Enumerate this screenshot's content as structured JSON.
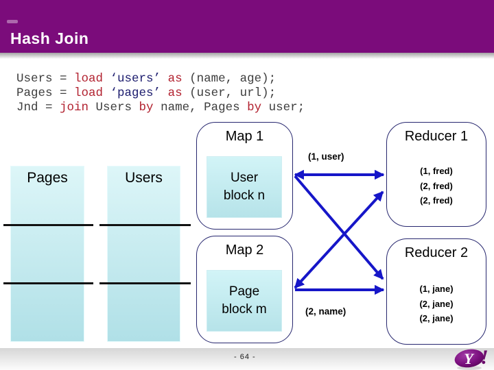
{
  "slide": {
    "title": "Hash Join",
    "page_number": "- 64 -"
  },
  "colors": {
    "header_purple": "#7b0c7b",
    "arrow_blue": "#1616c8",
    "box_border": "#26266e",
    "relation_top": "#ddf6f8",
    "relation_bottom": "#b0e0e7",
    "code_keyword": "#b22230",
    "code_string": "#1c1c6e",
    "code_plain": "#3d3d3d"
  },
  "code": {
    "lines": [
      [
        {
          "type": "plain",
          "text": "Users = "
        },
        {
          "type": "keyword",
          "text": "load"
        },
        {
          "type": "plain",
          "text": " "
        },
        {
          "type": "string",
          "text": "‘users’"
        },
        {
          "type": "plain",
          "text": " "
        },
        {
          "type": "keyword",
          "text": "as"
        },
        {
          "type": "plain",
          "text": " (name, age);"
        }
      ],
      [
        {
          "type": "plain",
          "text": "Pages = "
        },
        {
          "type": "keyword",
          "text": "load"
        },
        {
          "type": "plain",
          "text": " "
        },
        {
          "type": "string",
          "text": "‘pages’"
        },
        {
          "type": "plain",
          "text": " "
        },
        {
          "type": "keyword",
          "text": "as"
        },
        {
          "type": "plain",
          "text": " (user, url);"
        }
      ],
      [
        {
          "type": "plain",
          "text": "Jnd = "
        },
        {
          "type": "keyword",
          "text": "join"
        },
        {
          "type": "plain",
          "text": " Users "
        },
        {
          "type": "keyword",
          "text": "by"
        },
        {
          "type": "plain",
          "text": " name, Pages "
        },
        {
          "type": "keyword",
          "text": "by"
        },
        {
          "type": "plain",
          "text": " user;"
        }
      ]
    ]
  },
  "inputs": {
    "pages_label": "Pages",
    "users_label": "Users"
  },
  "maps": [
    {
      "title": "Map 1",
      "block": "User block n"
    },
    {
      "title": "Map 2",
      "block": "Page block m"
    }
  ],
  "reducers": [
    {
      "title": "Reducer 1",
      "tuples": [
        "(1, fred)",
        "(2, fred)",
        "(2, fred)"
      ]
    },
    {
      "title": "Reducer 2",
      "tuples": [
        "(1, jane)",
        "(2, jane)",
        "(2, jane)"
      ]
    }
  ],
  "edge_labels": {
    "user_key": "(1, user)",
    "name_key": "(2, name)"
  },
  "logo": {
    "y": "Y",
    "bang": "!"
  }
}
